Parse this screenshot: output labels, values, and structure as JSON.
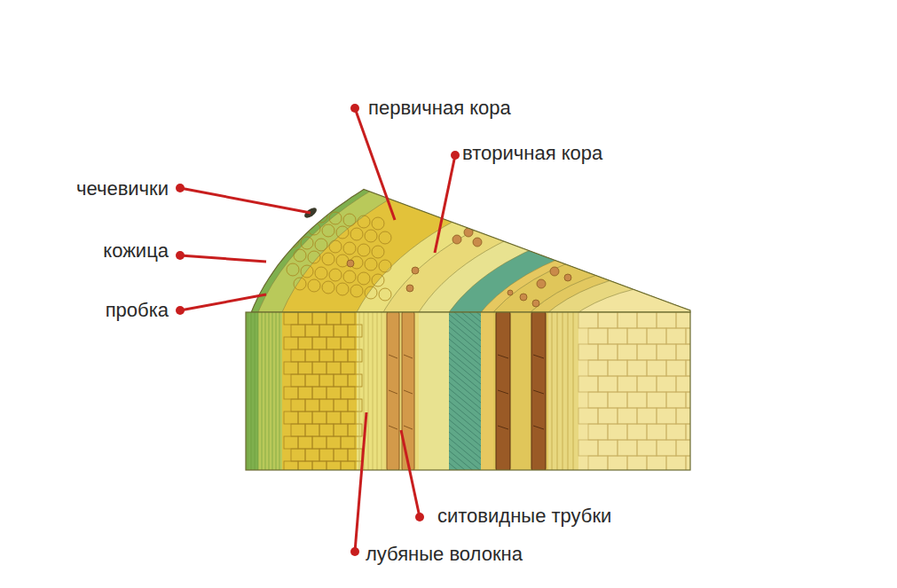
{
  "diagram": {
    "labels": [
      "первичная кора",
      "вторичная кора",
      "чечевички",
      "кожица",
      "пробка",
      "ситовидные трубки",
      "лубяные волокна"
    ]
  }
}
